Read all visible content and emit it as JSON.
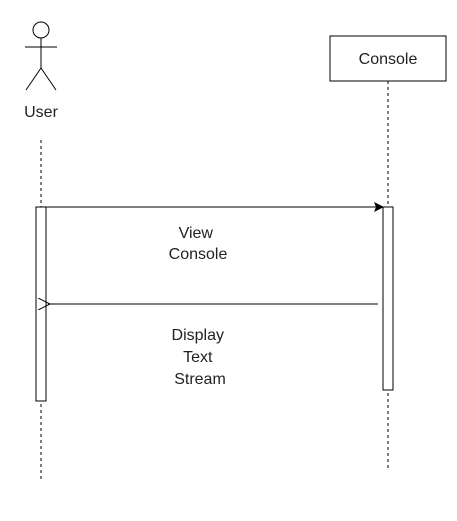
{
  "participants": {
    "user": {
      "label": "User",
      "kind": "actor",
      "icon": "stick-figure-actor-icon"
    },
    "console": {
      "label": "Console",
      "kind": "object"
    }
  },
  "messages": [
    {
      "from": "User",
      "to": "Console",
      "label_lines": [
        "View",
        "Console"
      ],
      "arrow": "solid-filled"
    },
    {
      "from": "Console",
      "to": "User",
      "label_lines": [
        "Display",
        "Text",
        "Stream"
      ],
      "arrow": "solid-open"
    }
  ],
  "colors": {
    "stroke": "#000000",
    "text": "#222222",
    "background": "#ffffff"
  }
}
